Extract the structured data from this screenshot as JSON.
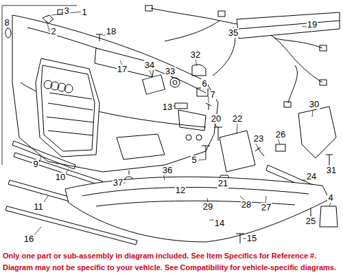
{
  "diagram": {
    "labels": [
      "1",
      "2",
      "3",
      "4",
      "5",
      "6",
      "7",
      "8",
      "9",
      "10",
      "11",
      "12",
      "13",
      "14",
      "15",
      "16",
      "17",
      "18",
      "19",
      "20",
      "21",
      "22",
      "23",
      "24",
      "25",
      "26",
      "27",
      "28",
      "29",
      "30",
      "31",
      "32",
      "33",
      "34",
      "35",
      "36",
      "37",
      "Only one part or sub-assembly in diagram included. See Item Specifics for Reference #.",
      "Diagram may not be specific to your vehicle. See Compatibility for vehicle-specific diagrams."
    ]
  }
}
